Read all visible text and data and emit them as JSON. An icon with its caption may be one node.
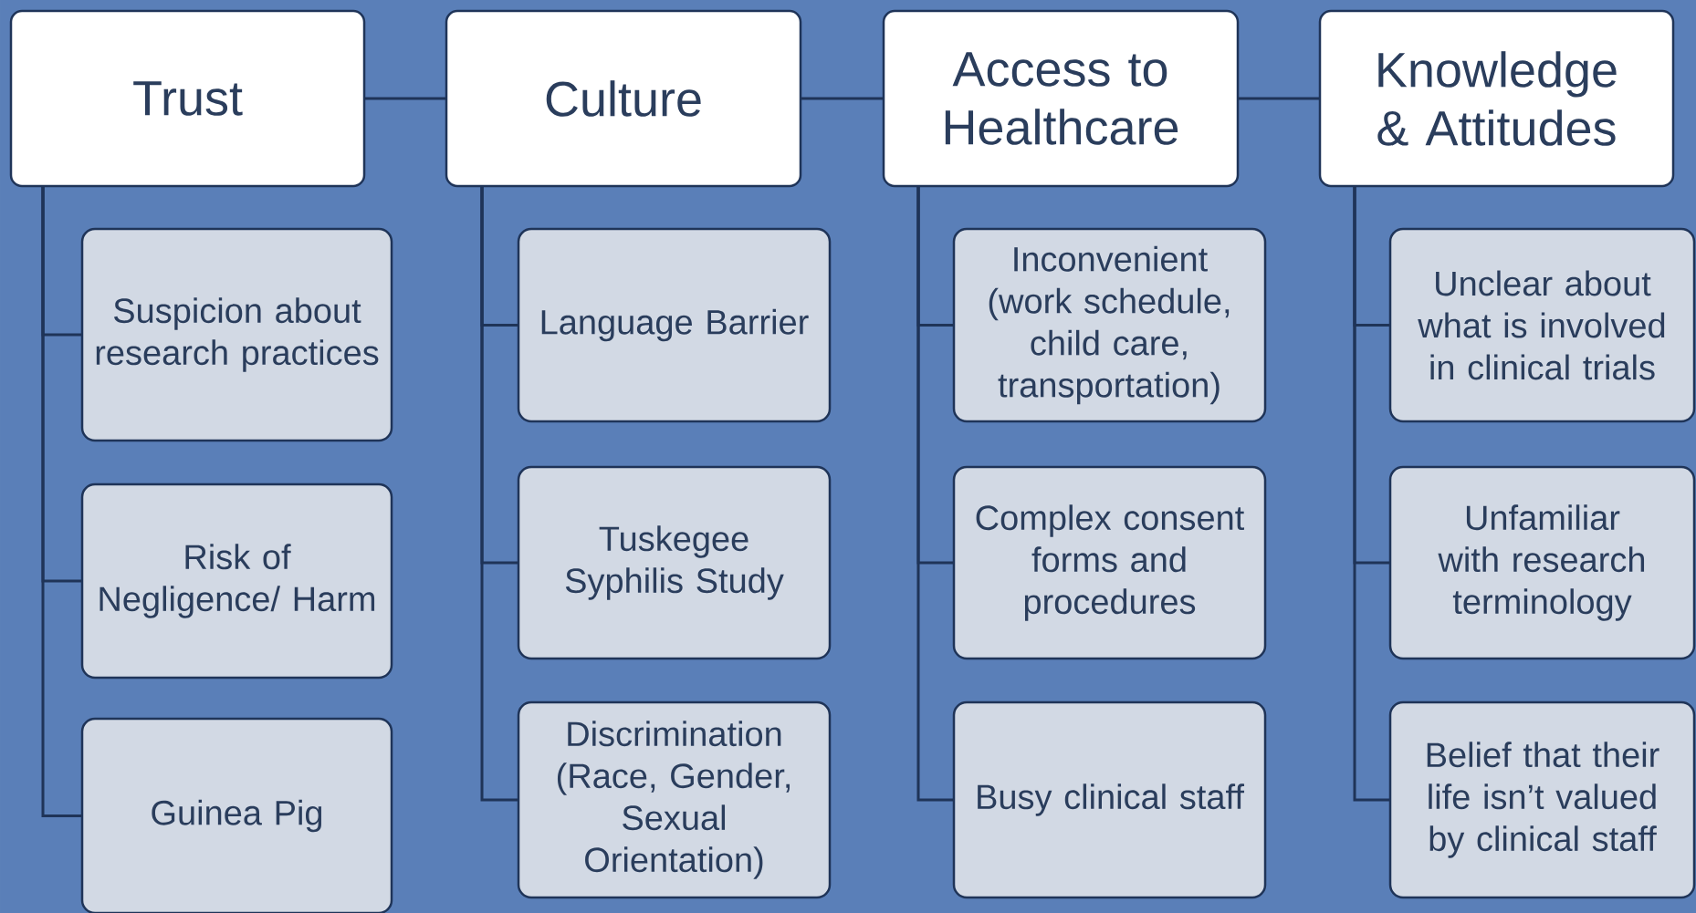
{
  "diagram": {
    "nodes": [
      {
        "text": [
          "Trust"
        ]
      },
      {
        "text": [
          "Culture"
        ]
      },
      {
        "text": [
          "Access to Healthcare"
        ]
      },
      {
        "text": [
          "Knowledge & Attitudes"
        ]
      },
      {
        "text": [
          "Suspicion about research practices"
        ]
      },
      {
        "text": [
          "Risk of Negligence/ Harm"
        ]
      },
      {
        "text": [
          "Guinea Pig"
        ]
      },
      {
        "text": [
          "Language Barrier"
        ]
      },
      {
        "text": [
          "Tuskegee Syphilis Study"
        ]
      },
      {
        "text": [
          "Discrimination (Race, Gender, Sexual Orientation)"
        ]
      },
      {
        "text": [
          "Inconvenient (work schedule, child care, transportation)"
        ]
      },
      {
        "text": [
          "Complex consent forms and procedures"
        ]
      },
      {
        "text": [
          "Busy clinical staff"
        ]
      },
      {
        "text": [
          "Unclear about what is involved in clinical trials"
        ]
      },
      {
        "text": [
          "Unfamiliar with research terminology"
        ]
      },
      {
        "text": [
          "Belief that their life isn’t valued by clinical staff"
        ]
      }
    ],
    "edges": [
      {
        "from": 0,
        "to": 1,
        "arrow": "none"
      },
      {
        "from": 1,
        "to": 2,
        "arrow": "none"
      },
      {
        "from": 2,
        "to": 3,
        "arrow": "none"
      },
      {
        "from": 0,
        "to": 4,
        "arrow": "none"
      },
      {
        "from": 0,
        "to": 5,
        "arrow": "none"
      },
      {
        "from": 0,
        "to": 6,
        "arrow": "none"
      },
      {
        "from": 1,
        "to": 7,
        "arrow": "none"
      },
      {
        "from": 1,
        "to": 8,
        "arrow": "none"
      },
      {
        "from": 1,
        "to": 9,
        "arrow": "none"
      },
      {
        "from": 2,
        "to": 10,
        "arrow": "none"
      },
      {
        "from": 2,
        "to": 11,
        "arrow": "none"
      },
      {
        "from": 2,
        "to": 12,
        "arrow": "none"
      },
      {
        "from": 3,
        "to": 13,
        "arrow": "none"
      },
      {
        "from": 3,
        "to": 14,
        "arrow": "none"
      },
      {
        "from": 3,
        "to": 15,
        "arrow": "none"
      }
    ]
  }
}
